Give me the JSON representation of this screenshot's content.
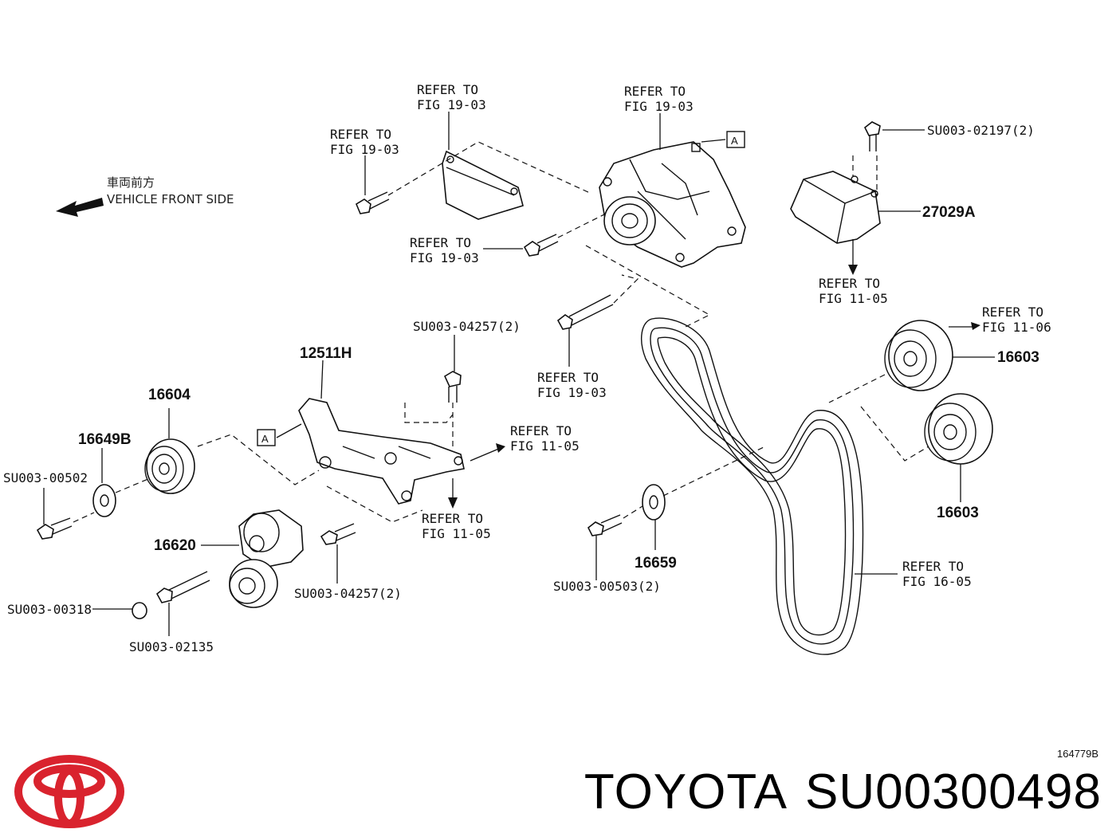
{
  "orientation": {
    "jp": "車両前方",
    "en": "VEHICLE FRONT SIDE"
  },
  "refs": {
    "r1": [
      "REFER TO",
      "FIG 19-03"
    ],
    "r2": [
      "REFER TO",
      "FIG 19-03"
    ],
    "r3": [
      "REFER TO",
      "FIG 19-03"
    ],
    "r4": [
      "REFER TO",
      "FIG 19-03"
    ],
    "r5": [
      "REFER TO",
      "FIG 19-03"
    ],
    "r6": [
      "REFER TO",
      "FIG 11-05"
    ],
    "r7": [
      "REFER TO",
      "FIG 11-06"
    ],
    "r8": [
      "REFER TO",
      "FIG 11-05"
    ],
    "r9": [
      "REFER TO",
      "FIG 11-05"
    ],
    "r10": [
      "REFER TO",
      "FIG 16-05"
    ]
  },
  "parts": {
    "p27029A": "27029A",
    "p12511H": "12511H",
    "p16604": "16604",
    "p16649B": "16649B",
    "p16620": "16620",
    "p16603a": "16603",
    "p16603b": "16603",
    "p16659": "16659"
  },
  "codes": {
    "c02197": "SU003-02197(2)",
    "c04257a": "SU003-04257(2)",
    "c04257b": "SU003-04257(2)",
    "c00502": "SU003-00502",
    "c00318": "SU003-00318",
    "c02135": "SU003-02135",
    "c00503": "SU003-00503(2)"
  },
  "marker": "A",
  "figure_id": "164779B",
  "footer": {
    "brand": "TOYOTA",
    "part_number": "SU00300498"
  },
  "colors": {
    "logo": "#d9232e",
    "ink": "#111111"
  }
}
